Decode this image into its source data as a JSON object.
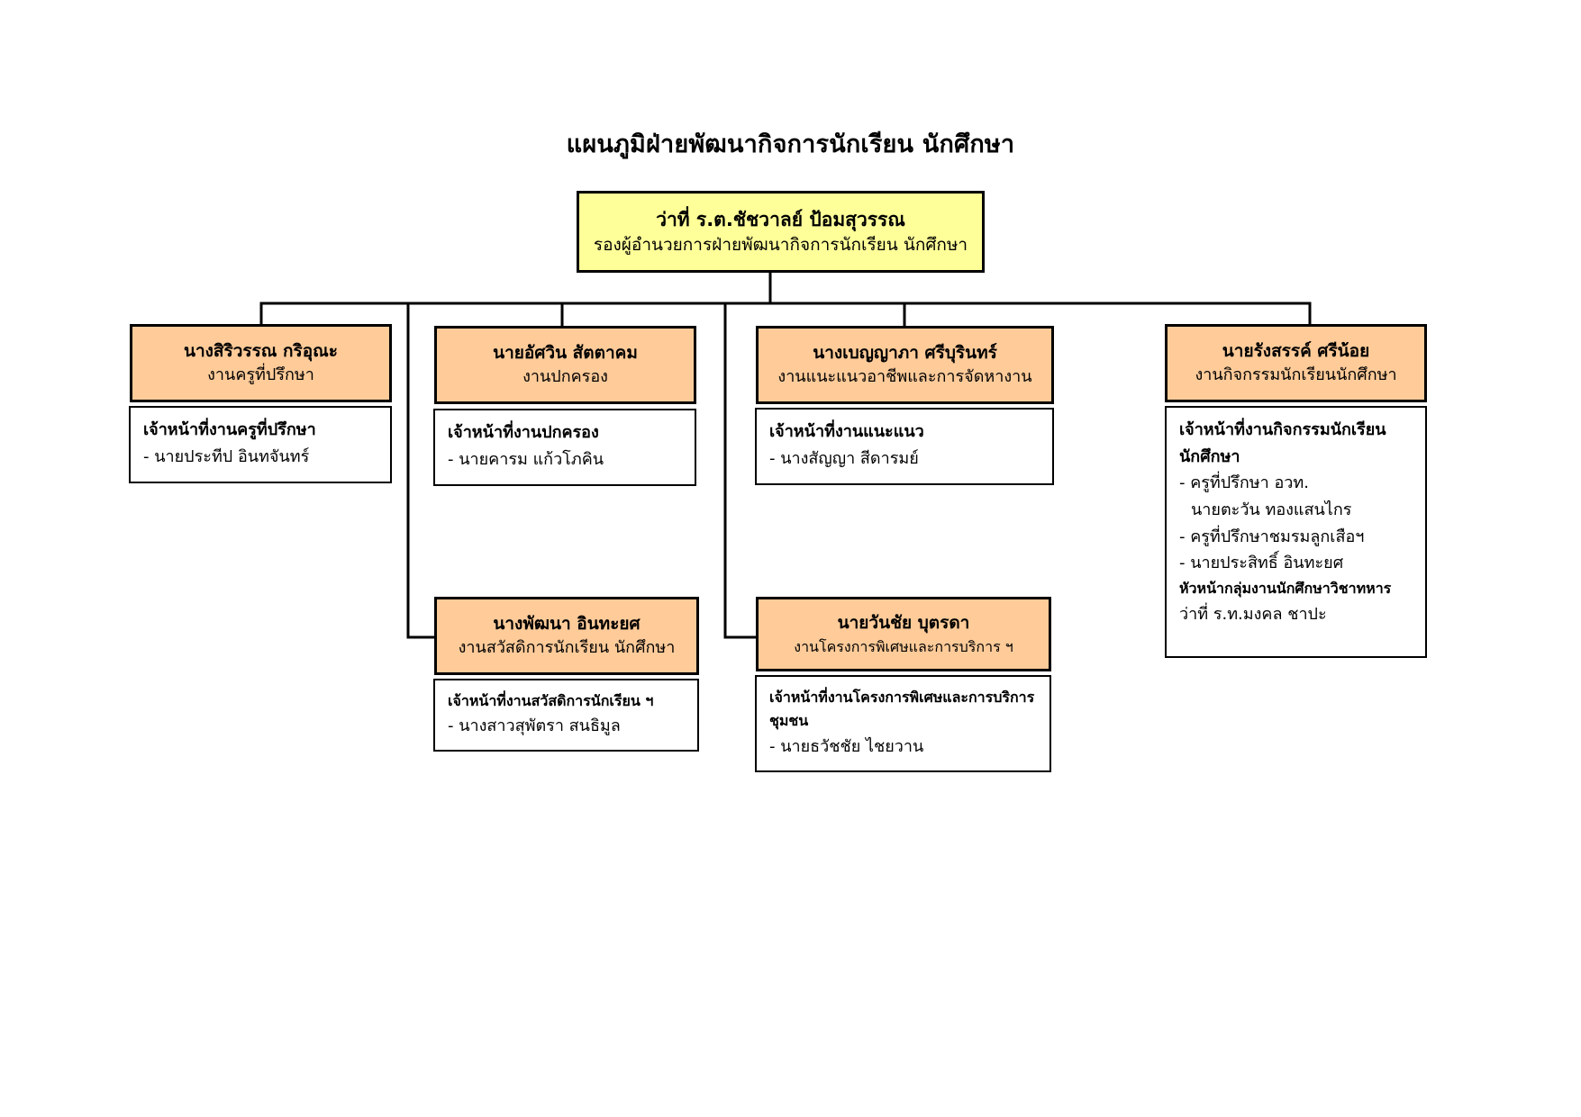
{
  "title": "แผนภูมิฝ่ายพัฒนากิจการนักเรียน นักศึกษา",
  "head": {
    "name": "ว่าที่ ร.ต.ชัชวาลย์ ป้อมสุวรรณ",
    "role": "รองผู้อำนวยการฝ่ายพัฒนากิจการนักเรียน นักศึกษา"
  },
  "units": [
    {
      "name": "นางสิริวรรณ กริอุณะ",
      "role": "งานครูที่ปรึกษา",
      "staff_title": "เจ้าหน้าที่งานครูที่ปรึกษา",
      "staff": [
        "- นายประทีป อินทจันทร์"
      ]
    },
    {
      "name": "นายอัศวิน  สัตตาคม",
      "role": "งานปกครอง",
      "staff_title": "เจ้าหน้าที่งานปกครอง",
      "staff": [
        "- นายคารม  แก้วโภคิน"
      ]
    },
    {
      "name": "นางเบญญาภา ศรีบุรินทร์",
      "role": "งานแนะแนวอาชีพและการจัดหางาน",
      "staff_title": "เจ้าหน้าที่งานแนะแนว",
      "staff": [
        "- นางสัญญา สีดารมย์"
      ]
    },
    {
      "name": "นายรังสรรค์ ศรีน้อย",
      "role": "งานกิจกรรมนักเรียนนักศึกษา",
      "staff_title_lines": [
        "เจ้าหน้าที่งานกิจกรรมนักเรียน",
        "นักศึกษา"
      ],
      "staff": [
        "- ครูที่ปรึกษา อวท.",
        "นายตะวัน ทองแสนไกร",
        "- ครูที่ปรึกษาชมรมลูกเสือฯ",
        "- นายประสิทธิ์ อินทะยศ",
        "หัวหน้ากลุ่มงานนักศึกษาวิชาทหาร",
        "ว่าที่ ร.ท.มงคล  ชาปะ"
      ]
    },
    {
      "name": "นางพัฒนา  อินทะยศ",
      "role": "งานสวัสดิการนักเรียน นักศึกษา",
      "staff_title": "เจ้าหน้าที่งานสวัสดิการนักเรียน ฯ",
      "staff": [
        "- นางสาวสุพัตรา สนธิมูล"
      ]
    },
    {
      "name": "นายวันชัย  บุตรดา",
      "role": "งานโครงการพิเศษและการบริการ ฯ",
      "staff_title_lines": [
        "เจ้าหน้าที่งานโครงการพิเศษและการบริการ",
        "ชุมชน"
      ],
      "staff": [
        "- นายธวัชชัย ไชยวาน"
      ]
    }
  ],
  "colors": {
    "head_fill": "#ffff99",
    "unit_fill": "#fecb99",
    "line": "#000000"
  }
}
